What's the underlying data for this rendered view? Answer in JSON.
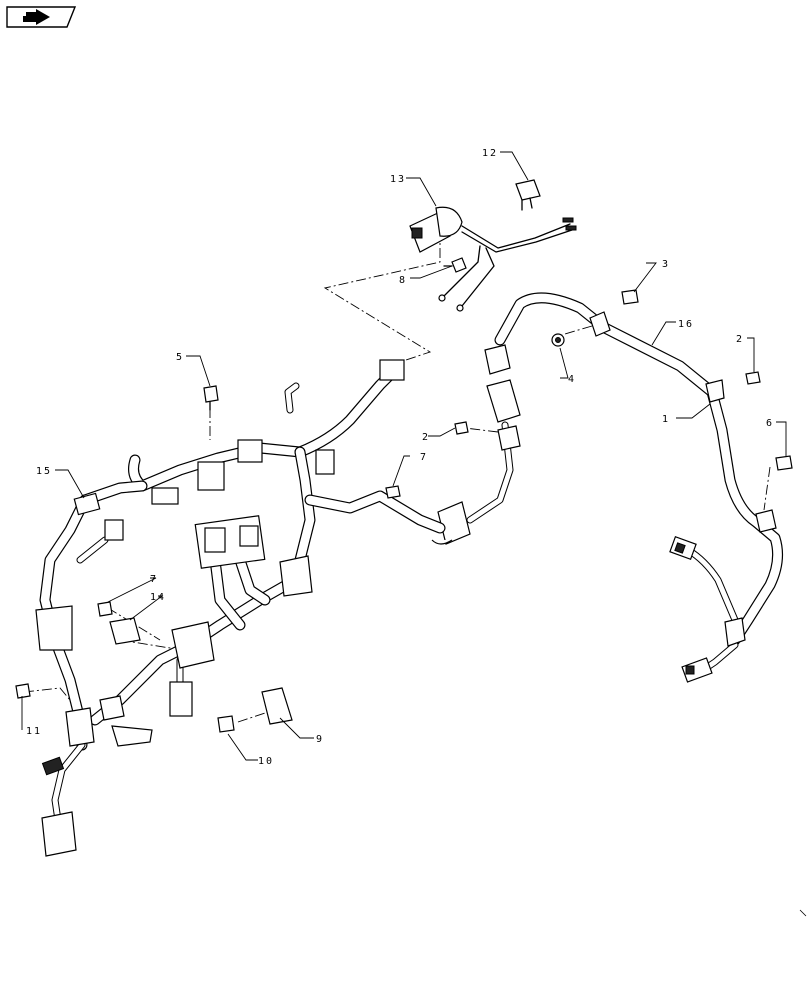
{
  "nav": {
    "icon": "next-page-arrow-icon"
  },
  "callouts": {
    "c1": "1",
    "c2a": "2",
    "c2b": "2",
    "c3": "3",
    "c4": "4",
    "c5": "5",
    "c6": "6",
    "c7a": "7",
    "c7b": "7",
    "c8": "8",
    "c9": "9",
    "c10": "10",
    "c11": "11",
    "c12": "12",
    "c13": "13",
    "c14": "14",
    "c15": "15",
    "c16": "16"
  }
}
